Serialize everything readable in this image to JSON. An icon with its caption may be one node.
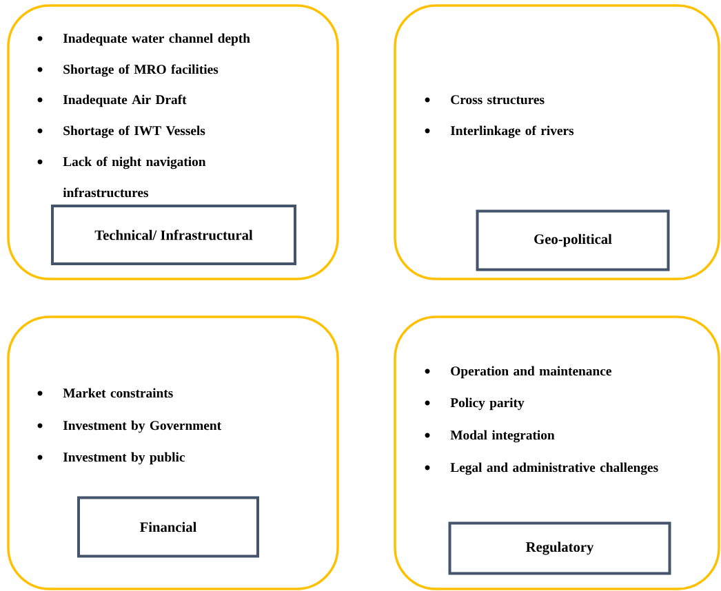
{
  "diagram": {
    "nodes": [
      {
        "text": [
          "Inadequate water channel depth",
          "Shortage of MRO facilities",
          "Inadequate Air Draft",
          "Shortage of IWT Vessels",
          "Lack of night navigation infrastructures"
        ]
      },
      {
        "text": [
          "Technical/ Infrastructural"
        ],
        "in": 0
      },
      {
        "text": [
          "Cross structures",
          "Interlinkage of rivers"
        ]
      },
      {
        "text": [
          "Geo-political"
        ],
        "in": 2
      },
      {
        "text": [
          "Market constraints",
          "Investment by Government",
          "Investment by public"
        ]
      },
      {
        "text": [
          "Financial"
        ],
        "in": 4
      },
      {
        "text": [
          "Operation and maintenance",
          "Policy parity",
          "Modal integration",
          "Legal and administrative challenges"
        ]
      },
      {
        "text": [
          "Regulatory"
        ],
        "in": 6
      }
    ]
  }
}
